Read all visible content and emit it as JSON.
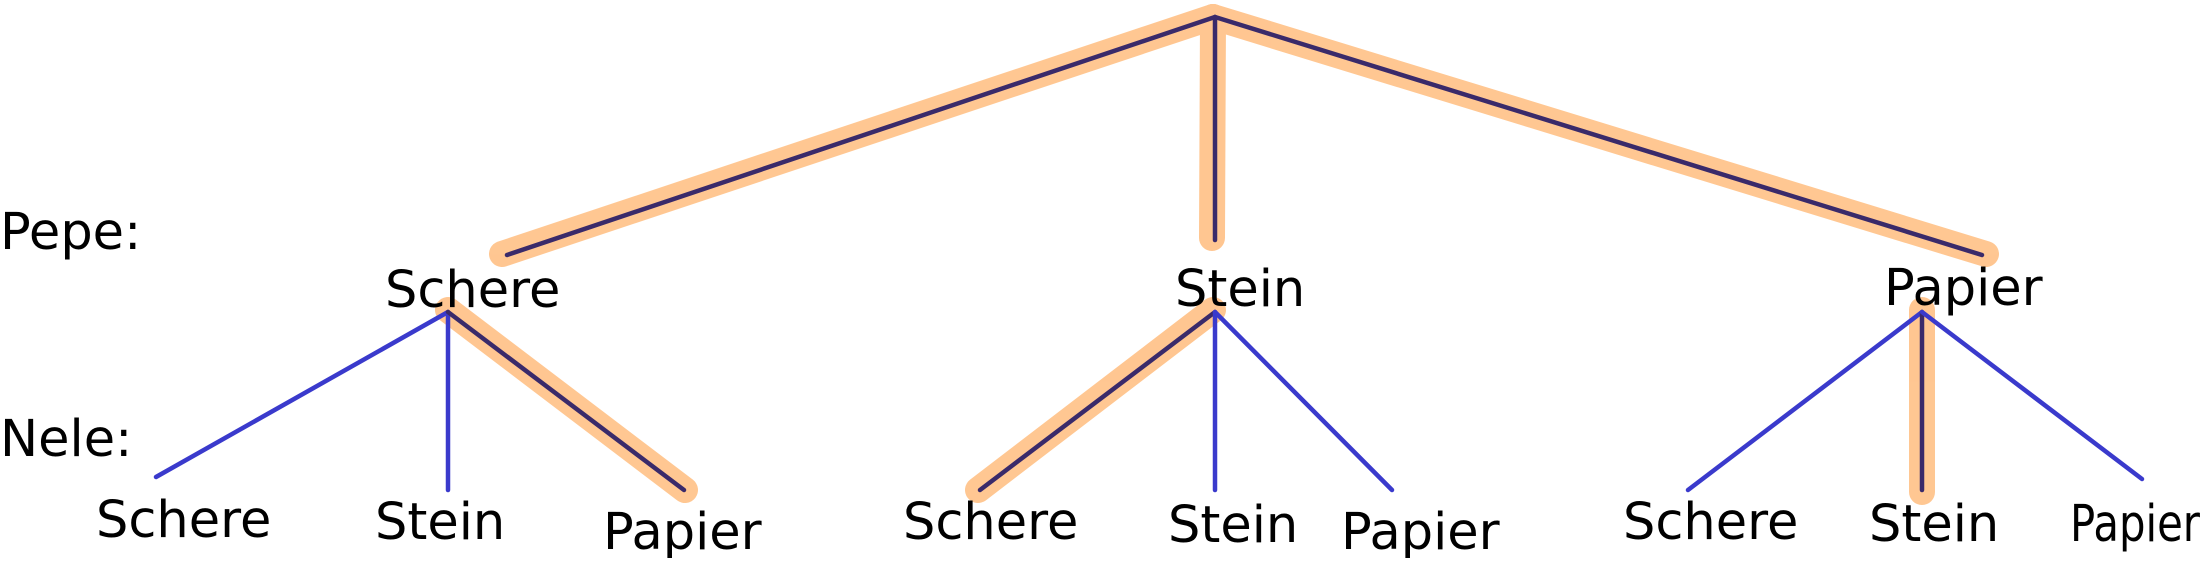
{
  "row_labels": {
    "pepe": "Pepe:",
    "nele": "Nele:"
  },
  "pepe_choices": [
    "Schere",
    "Stein",
    "Papier"
  ],
  "nele_choices": {
    "schere": [
      "Schere",
      "Stein",
      "Papier"
    ],
    "stein": [
      "Schere",
      "Stein",
      "Papier"
    ],
    "papier": [
      "Schere",
      "Stein",
      "Papier"
    ]
  },
  "colors": {
    "highlight": "#ffc48c",
    "highlighted_edge": "#3a2a6a",
    "plain_edge": "#3a3acc",
    "text": "#000000",
    "background": "#ffffff"
  }
}
